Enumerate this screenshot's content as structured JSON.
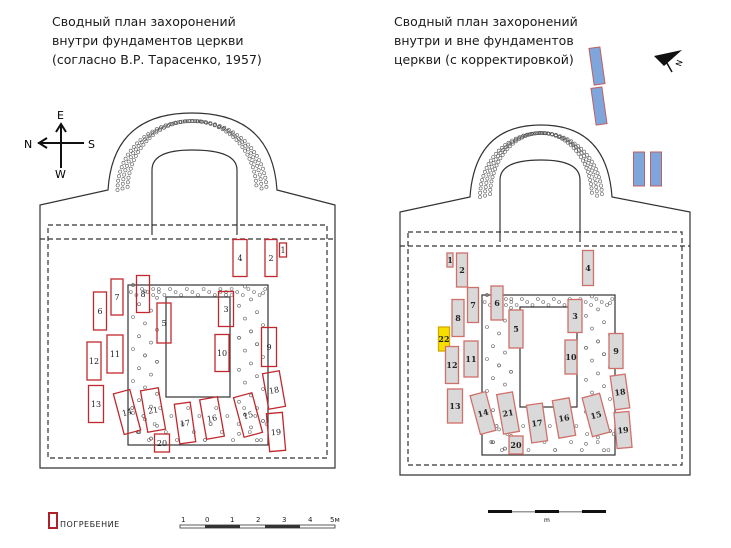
{
  "left_plan": {
    "title": "Сводный план захоронений\nвнутри фундаментов церкви\n(согласно В.Р. Тарасенко, 1957)",
    "compass": {
      "top": "E",
      "left": "N",
      "right": "S",
      "bottom": "W"
    },
    "graves": [
      "1",
      "2",
      "4",
      "7",
      "6",
      "8",
      "5",
      "3",
      "12",
      "11",
      "10",
      "9",
      "18",
      "13",
      "14",
      "21",
      "17",
      "16",
      "15",
      "19",
      "20"
    ],
    "grave_color": "#c0282d",
    "legend_label": "ПОГРЕБЕНИЕ",
    "scale_ticks": [
      "1",
      "0",
      "1",
      "2",
      "3",
      "4",
      "5м"
    ]
  },
  "right_plan": {
    "title": "Сводный план захоронений\nвнутри и вне фундаментов\nцеркви (с корректировкой)",
    "north_label": "N",
    "graves": [
      "1",
      "2",
      "4",
      "7",
      "6",
      "8",
      "5",
      "3",
      "22",
      "12",
      "11",
      "10",
      "9",
      "13",
      "14",
      "21",
      "17",
      "16",
      "15",
      "18",
      "19",
      "20"
    ],
    "grave_fill": "#d9d9d9",
    "grave_stroke": "#d0706a",
    "highlight_grave": "22",
    "highlight_color": "#f5e000",
    "outside_burial_color": "#7ea6dc",
    "scale_unit": "m"
  }
}
